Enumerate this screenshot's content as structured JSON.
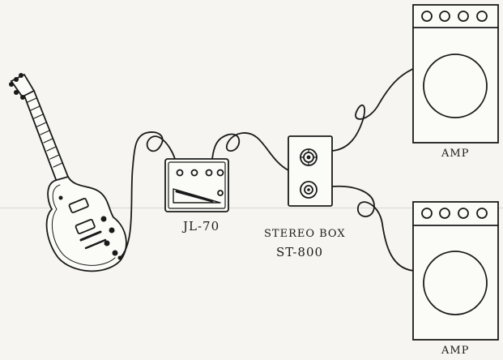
{
  "devices": {
    "pedal_label": "JL-70",
    "stereo_box_label": "STEREO BOX",
    "stereo_box_model": "ST-800",
    "amp_top_label": "AMP",
    "amp_bottom_label": "AMP"
  }
}
